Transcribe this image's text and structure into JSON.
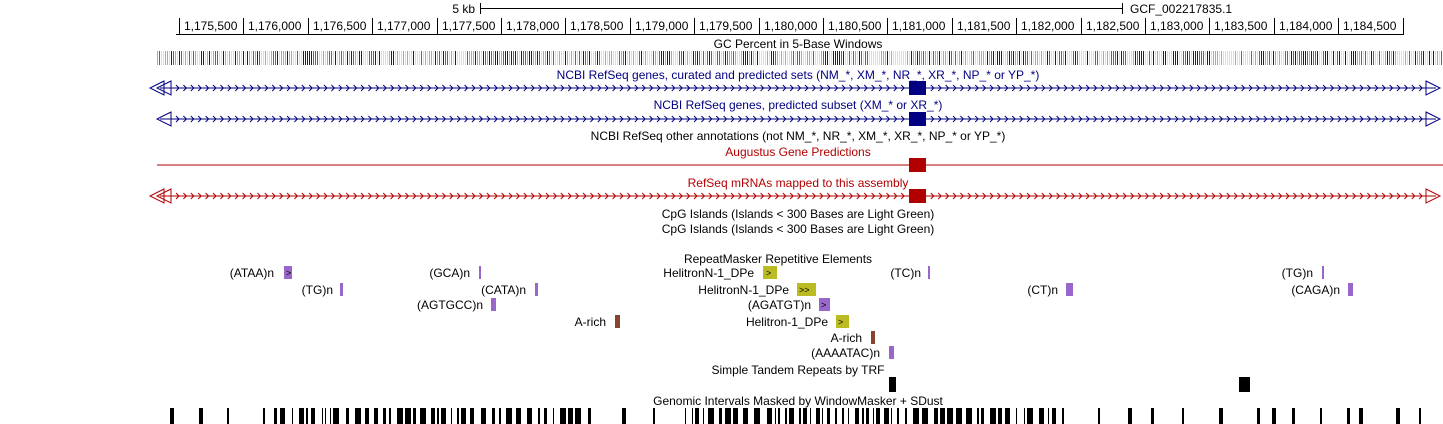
{
  "scale": {
    "label": "5 kb",
    "assembly": "GCF_002217835.1"
  },
  "ruler": {
    "ticks": [
      "1,175,500",
      "1,176,000",
      "1,176,500",
      "1,177,000",
      "1,177,500",
      "1,178,000",
      "1,178,500",
      "1,179,000",
      "1,179,500",
      "1,180,000",
      "1,180,500",
      "1,181,000",
      "1,181,500",
      "1,182,000",
      "1,182,500",
      "1,183,000",
      "1,183,500",
      "1,184,000",
      "1,184,500"
    ]
  },
  "tracks": {
    "gc_percent": "GC Percent in 5-Base Windows",
    "refseq_all": "NCBI RefSeq genes, curated and predicted sets (NM_*, XM_*, NR_*, XR_*, NP_* or YP_*)",
    "refseq_predicted": "NCBI RefSeq genes, predicted subset (XM_* or XR_*)",
    "refseq_other": "NCBI RefSeq other annotations (not NM_*, NR_*, XM_*, XR_*, NP_* or YP_*)",
    "augustus": "Augustus Gene Predictions",
    "refseq_mrna": "RefSeq mRNAs mapped to this assembly",
    "cpg_1": "CpG Islands (Islands < 300 Bases are Light Green)",
    "cpg_2": "CpG Islands (Islands < 300 Bases are Light Green)",
    "repeatmasker": "RepeatMasker Repetitive Elements",
    "trf": "Simple Tandem Repeats by TRF",
    "windowmasker": "Genomic Intervals Masked by WindowMasker + SDust"
  },
  "repeats": [
    {
      "label": "(ATAA)n",
      "color": "#9966cc"
    },
    {
      "label": "(GCA)n",
      "color": "#9966cc"
    },
    {
      "label": "HelitronN-1_DPe",
      "color": "#bbbb22"
    },
    {
      "label": "(TC)n",
      "color": "#9966cc"
    },
    {
      "label": "(TG)n",
      "color": "#9966cc"
    },
    {
      "label": "(TG)n",
      "color": "#9966cc"
    },
    {
      "label": "(CATA)n",
      "color": "#9966cc"
    },
    {
      "label": "HelitronN-1_DPe",
      "color": "#bbbb22"
    },
    {
      "label": "(CT)n",
      "color": "#9966cc"
    },
    {
      "label": "(CAGA)n",
      "color": "#9966cc"
    },
    {
      "label": "(AGTGCC)n",
      "color": "#9966cc"
    },
    {
      "label": "(AGATGT)n",
      "color": "#9966cc"
    },
    {
      "label": "A-rich",
      "color": "#884433"
    },
    {
      "label": "Helitron-1_DPe",
      "color": "#bbbb22"
    },
    {
      "label": "A-rich",
      "color": "#884433"
    },
    {
      "label": "(AAAATAC)n",
      "color": "#9966cc"
    }
  ],
  "colors": {
    "refseq": "#000080",
    "augustus": "#b00000",
    "gc": "#555555"
  }
}
